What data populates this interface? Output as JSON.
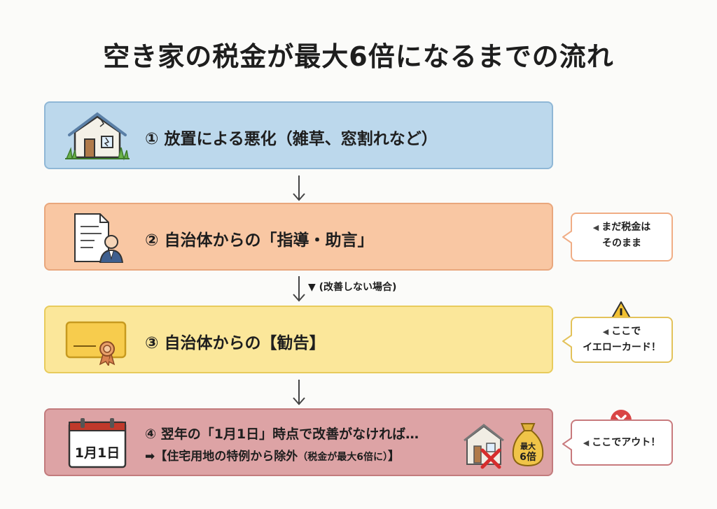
{
  "title": "空き家の税金が最大6倍になるまでの流れ",
  "steps": [
    {
      "label": "① 放置による悪化（雑草、窓割れなど）",
      "icon": "damaged-house-icon"
    },
    {
      "label": "② 自治体からの「指導・助言」",
      "icon": "document-person-icon"
    },
    {
      "label": "③ 自治体からの【勧告】",
      "icon": "certificate-card-icon"
    },
    {
      "label": "④ 翌年の「1月1日」時点で改善がなければ…",
      "sub": "➡【住宅用地の特例から除外",
      "sub_small": "（税金が最大6倍に）",
      "sub_end": "】",
      "icon": "calendar-icon",
      "calendar_text": "1月1日",
      "bag_text_1": "最大",
      "bag_text_2": "6倍"
    }
  ],
  "arrow_note": "▼ (改善しない場合)",
  "callouts": [
    {
      "line1": "まだ税金は",
      "line2": "そのまま",
      "badge": ""
    },
    {
      "line1": "ここで",
      "line2": "イエローカード！",
      "badge": "warning-icon"
    },
    {
      "line1": "ここでアウト！",
      "line2": "",
      "badge": "x-circle-icon"
    }
  ],
  "colors": {
    "step1": "#bcd8ec",
    "step2": "#f9c7a3",
    "step3": "#fbe79a",
    "step4": "#dda3a5"
  }
}
